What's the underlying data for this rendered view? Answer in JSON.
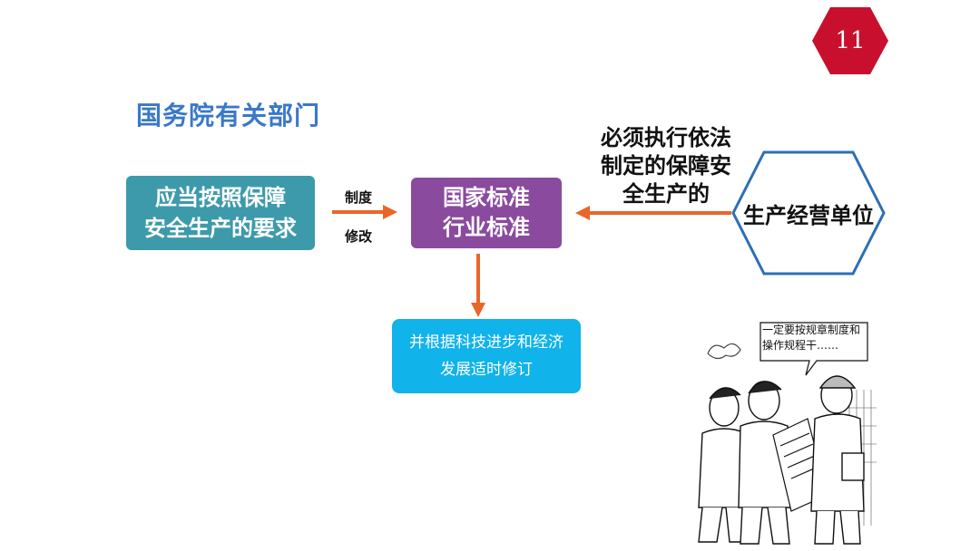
{
  "page_number": "11",
  "heading": "国务院有关部门",
  "requirement_box": {
    "line1": "应当按照保障",
    "line2": "安全生产的要求"
  },
  "edge_label": {
    "top": "制度",
    "bottom": "修改"
  },
  "standards_box": {
    "line1": "国家标准",
    "line2": "行业标准"
  },
  "revision_box": {
    "line1": "并根据科技进步和经济",
    "line2": "发展适时修订"
  },
  "obligation_text": {
    "line1": "必须执行依法",
    "line2": "制定的保障安",
    "line3": "全生产的"
  },
  "business_unit": "生产经营单位",
  "cartoon": {
    "speech": "一定要按规章制度和操作规程干……"
  },
  "colors": {
    "badge": "#c8102e",
    "heading": "#3a78c9",
    "requirement": "#3d9aab",
    "standards": "#8a4a9e",
    "revision": "#10b3ea",
    "arrow": "#e8662a",
    "hexagon_border": "#2d6fb4"
  }
}
